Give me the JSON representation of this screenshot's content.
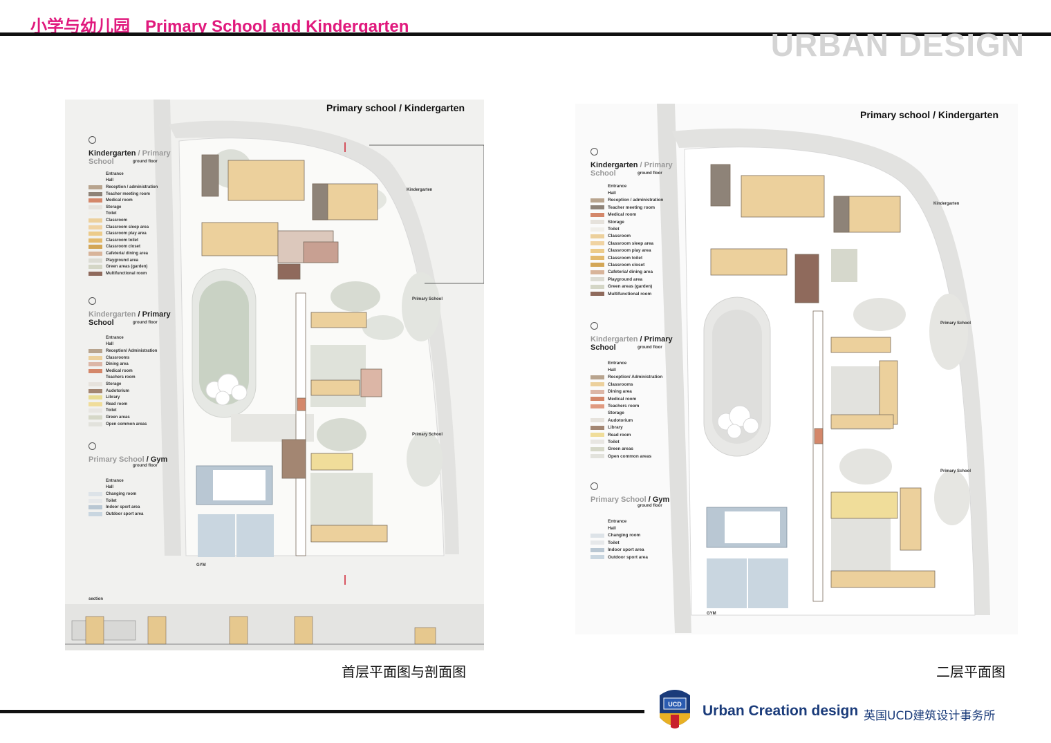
{
  "header": {
    "title_cn": "小学与幼儿园",
    "title_en": "Primary School and Kindergarten",
    "watermark": "URBAN DESIGN"
  },
  "left_panel": {
    "title": "Primary school / Kindergarten",
    "legend": [
      {
        "title_a": "Kindergarten",
        "title_b": "/ Primary",
        "title_c": "School",
        "subtitle": "ground floor",
        "items": [
          {
            "label": "Entrance",
            "color": ""
          },
          {
            "label": "Hall",
            "color": ""
          },
          {
            "label": "Reception / administration",
            "color": "#b8a48e"
          },
          {
            "label": "Teacher meeting room",
            "color": "#8e8378"
          },
          {
            "label": "Medical room",
            "color": "#d4876a"
          },
          {
            "label": "Storage",
            "color": "#e6e2dc"
          },
          {
            "label": "Toilet",
            "color": "#f1efea"
          },
          {
            "label": "Classroom",
            "color": "#ecd09c"
          },
          {
            "label": "Classroom sleep area",
            "color": "#f0d3a2"
          },
          {
            "label": "Classroom play area",
            "color": "#eccb8a"
          },
          {
            "label": "Classroom toilet",
            "color": "#e3ba6e"
          },
          {
            "label": "Classroom closet",
            "color": "#d3a656"
          },
          {
            "label": "Cafeteria/ dining area",
            "color": "#d8b49a"
          },
          {
            "label": "Playground area",
            "color": "#dcdcd4"
          },
          {
            "label": "Green areas (garden)",
            "color": "#d4d6c6"
          },
          {
            "label": "Multifunctional room",
            "color": "#8f6a5c"
          }
        ]
      },
      {
        "title_a": "Kindergarten",
        "title_b": "/ Primary",
        "title_c": "School",
        "subtitle": "ground floor",
        "items": [
          {
            "label": "Entrance",
            "color": ""
          },
          {
            "label": "Hall",
            "color": ""
          },
          {
            "label": "Reception/ Administration",
            "color": "#b8a48e"
          },
          {
            "label": "Classrooms",
            "color": "#ecd09c"
          },
          {
            "label": "Dining area",
            "color": "#dcb6a6"
          },
          {
            "label": "Medical room",
            "color": "#d4876a"
          },
          {
            "label": "Teachers room",
            "color": ""
          },
          {
            "label": "Storage",
            "color": "#e6e2dc"
          },
          {
            "label": "Audotorium",
            "color": "#a38672"
          },
          {
            "label": "Library",
            "color": "#e9dc92"
          },
          {
            "label": "Read room",
            "color": "#f0dd9a"
          },
          {
            "label": "Toilet",
            "color": "#e8e6e2"
          },
          {
            "label": "Green areas",
            "color": "#d6d8c8"
          },
          {
            "label": "Open common areas",
            "color": "#e2e2dc"
          }
        ]
      },
      {
        "title_a": "Primary School",
        "title_b": "/ Gym",
        "title_c": "",
        "subtitle": "ground floor",
        "items": [
          {
            "label": "Entrance",
            "color": ""
          },
          {
            "label": "Hall",
            "color": ""
          },
          {
            "label": "Changing room",
            "color": "#dde3e8"
          },
          {
            "label": "Toilet",
            "color": "#e6e8ea"
          },
          {
            "label": "Indoor sport area",
            "color": "#b9c7d3"
          },
          {
            "label": "Outdoor sport area",
            "color": "#c9d6e0"
          }
        ]
      }
    ],
    "map_labels": {
      "kindergarten": "Kindergarten",
      "primary_school_1": "Primary School",
      "primary_school_2": "Primary School",
      "gym": "GYM",
      "section": "section"
    },
    "caption": "首层平面图与剖面图"
  },
  "right_panel": {
    "title": "Primary school / Kindergarten",
    "legend": [
      {
        "title_a": "Kindergarten",
        "title_b": "/ Primary",
        "title_c": "School",
        "subtitle": "ground floor",
        "items": [
          {
            "label": "Entrance",
            "color": ""
          },
          {
            "label": "Hall",
            "color": ""
          },
          {
            "label": "Reception / administration",
            "color": "#b8a48e"
          },
          {
            "label": "Teacher meeting room",
            "color": "#8e8378"
          },
          {
            "label": "Medical room",
            "color": "#d4876a"
          },
          {
            "label": "Storage",
            "color": "#e6e2dc"
          },
          {
            "label": "Toilet",
            "color": "#f1efea"
          },
          {
            "label": "Classroom",
            "color": "#ecd09c"
          },
          {
            "label": "Classroom sleep area",
            "color": "#f0d3a2"
          },
          {
            "label": "Classroom play area",
            "color": "#eccb8a"
          },
          {
            "label": "Classroom toilet",
            "color": "#e3ba6e"
          },
          {
            "label": "Classroom closet",
            "color": "#d3a656"
          },
          {
            "label": "Cafeteria/ dining area",
            "color": "#d8b49a"
          },
          {
            "label": "Playground area",
            "color": "#dcdcd4"
          },
          {
            "label": "Green areas (garden)",
            "color": "#d4d6c6"
          },
          {
            "label": "Multifunctional room",
            "color": "#8f6a5c"
          }
        ]
      },
      {
        "title_a": "Kindergarten",
        "title_b": "/ Primary",
        "title_c": "School",
        "subtitle": "ground floor",
        "items": [
          {
            "label": "Entrance",
            "color": ""
          },
          {
            "label": "Hall",
            "color": ""
          },
          {
            "label": "Reception/ Administration",
            "color": "#b8a48e"
          },
          {
            "label": "Classrooms",
            "color": "#ecd09c"
          },
          {
            "label": "Dining area",
            "color": "#dcb6a6"
          },
          {
            "label": "Medical room",
            "color": "#d4876a"
          },
          {
            "label": "Teachers room",
            "color": "#e09a80"
          },
          {
            "label": "Storage",
            "color": ""
          },
          {
            "label": "Audotorium",
            "color": "#e6e2dc"
          },
          {
            "label": "Library",
            "color": "#a38672"
          },
          {
            "label": "Read room",
            "color": "#f0dd9a"
          },
          {
            "label": "Toilet",
            "color": "#e8e6e2"
          },
          {
            "label": "Green areas",
            "color": "#d6d8c8"
          },
          {
            "label": "Open common areas",
            "color": "#e2e2dc"
          }
        ]
      },
      {
        "title_a": "Primary School",
        "title_b": "/ Gym",
        "title_c": "",
        "subtitle": "ground floor",
        "items": [
          {
            "label": "Entrance",
            "color": ""
          },
          {
            "label": "Hall",
            "color": ""
          },
          {
            "label": "Changing room",
            "color": "#dde3e8"
          },
          {
            "label": "Toilet",
            "color": "#e6e8ea"
          },
          {
            "label": "Indoor sport area",
            "color": "#b9c7d3"
          },
          {
            "label": "Outdoor sport area",
            "color": "#c9d6e0"
          }
        ]
      }
    ],
    "map_labels": {
      "kindergarten": "Kindergarten",
      "primary_school_1": "Primary School",
      "primary_school_2": "Primary School",
      "gym": "GYM"
    },
    "caption": "二层平面图"
  },
  "footer": {
    "brand_en": "Urban Creation design",
    "brand_cn": "英国UCD建筑设计事务所",
    "logo_text": "UCD"
  },
  "colors": {
    "accent": "#e0197d",
    "brand_blue": "#1a3b7a"
  }
}
